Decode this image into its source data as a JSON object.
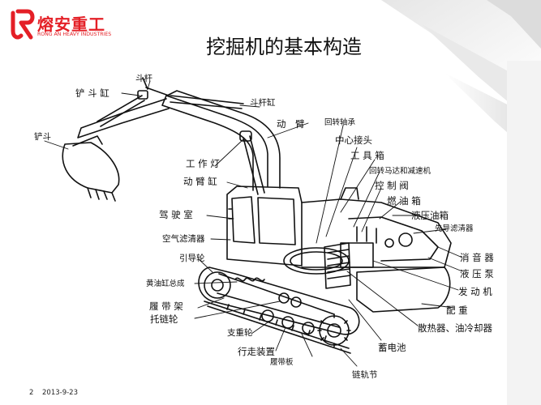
{
  "brand": {
    "name": "熔安重工",
    "subtitle": "RONG AN HEAVY INDUSTRIES",
    "color": "#e41f26"
  },
  "title": "挖掘机的基本构造",
  "labels": [
    {
      "text": "斗杆"
    },
    {
      "text": "铲 斗 缸"
    },
    {
      "text": "铲斗"
    },
    {
      "text": "斗杆缸"
    },
    {
      "text": "动　臂"
    },
    {
      "text": "回转轴承"
    },
    {
      "text": "中心接头"
    },
    {
      "text": "工 具 箱"
    },
    {
      "text": "回转马达和减速机"
    },
    {
      "text": "控 制 阀"
    },
    {
      "text": "燃 油 箱"
    },
    {
      "text": "液压油箱"
    },
    {
      "text": "先导滤清器"
    },
    {
      "text": "工 作 灯"
    },
    {
      "text": "动 臂 缸"
    },
    {
      "text": "驾 驶 室"
    },
    {
      "text": "空气滤清器"
    },
    {
      "text": "引导轮"
    },
    {
      "text": "黄油缸总成"
    },
    {
      "text": "履 带 架"
    },
    {
      "text": "托链轮"
    },
    {
      "text": "支重轮"
    },
    {
      "text": "行走装置"
    },
    {
      "text": "履带板"
    },
    {
      "text": "链轨节"
    },
    {
      "text": "消 音 器"
    },
    {
      "text": "液 压 泵"
    },
    {
      "text": "发 动 机"
    },
    {
      "text": "配 重"
    },
    {
      "text": "散热器、油冷却器"
    },
    {
      "text": "蓄电池"
    }
  ],
  "footer": {
    "page": "2",
    "date": "2013-9-23"
  }
}
